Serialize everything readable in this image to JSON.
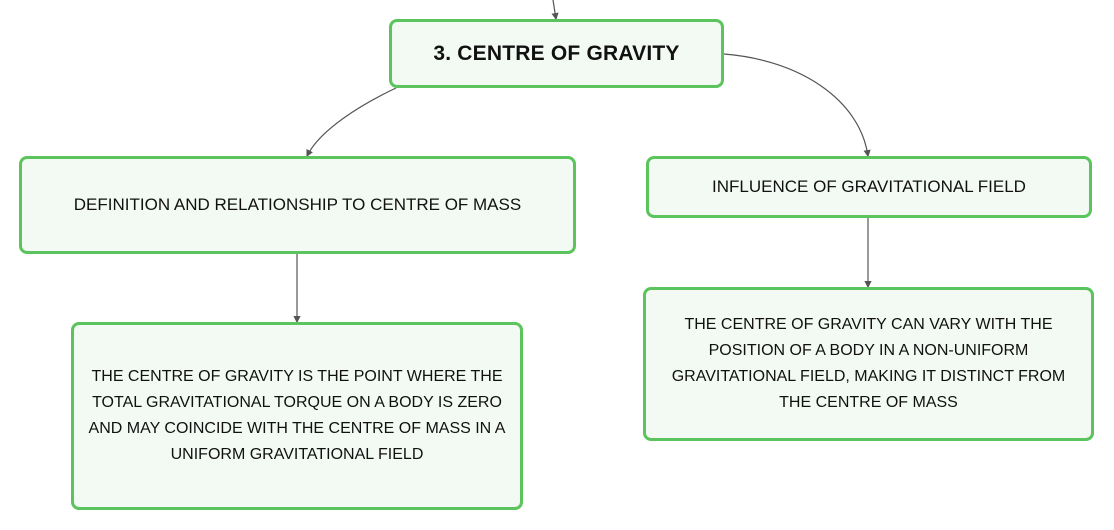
{
  "mind_map": {
    "root": {
      "label": "3. CENTRE OF GRAVITY"
    },
    "branches": [
      {
        "label": "DEFINITION AND RELATIONSHIP TO CENTRE OF MASS",
        "detail": "THE CENTRE OF GRAVITY IS THE POINT WHERE THE TOTAL GRAVITATIONAL TORQUE ON A BODY IS ZERO AND MAY COINCIDE WITH THE CENTRE OF MASS IN A UNIFORM GRAVITATIONAL FIELD"
      },
      {
        "label": "INFLUENCE OF GRAVITATIONAL FIELD",
        "detail": "THE CENTRE OF GRAVITY CAN VARY WITH THE POSITION OF A BODY IN A NON-UNIFORM GRAVITATIONAL FIELD, MAKING IT DISTINCT FROM THE CENTRE OF MASS"
      }
    ]
  },
  "colors": {
    "node_border": "#5cc45c",
    "node_fill": "#f3faf3",
    "connector": "#555555"
  }
}
